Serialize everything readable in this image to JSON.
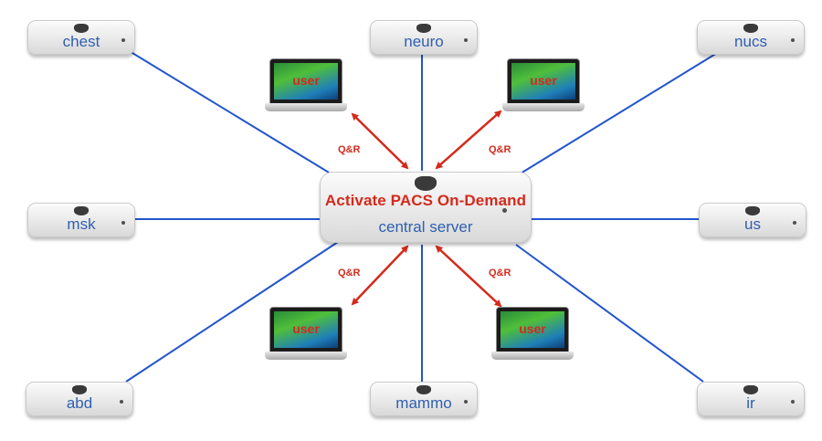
{
  "server": {
    "title": "Activate PACS On-Demand",
    "label": "central server",
    "icon": "apple-logo-icon"
  },
  "minis": {
    "chest": "chest",
    "neuro": "neuro",
    "nucs": "nucs",
    "msk": "msk",
    "us": "us",
    "abd": "abd",
    "mammo": "mammo",
    "ir": "ir"
  },
  "laptops": {
    "top_left": "user",
    "top_right": "user",
    "bottom_left": "user",
    "bottom_right": "user"
  },
  "qr": {
    "top_left": "Q&R",
    "top_right": "Q&R",
    "bottom_left": "Q&R",
    "bottom_right": "Q&R"
  },
  "colors": {
    "link": "#2255cc",
    "arrow": "#d42a1c",
    "label": "#2f5fb0",
    "accent": "#d42a1c"
  }
}
